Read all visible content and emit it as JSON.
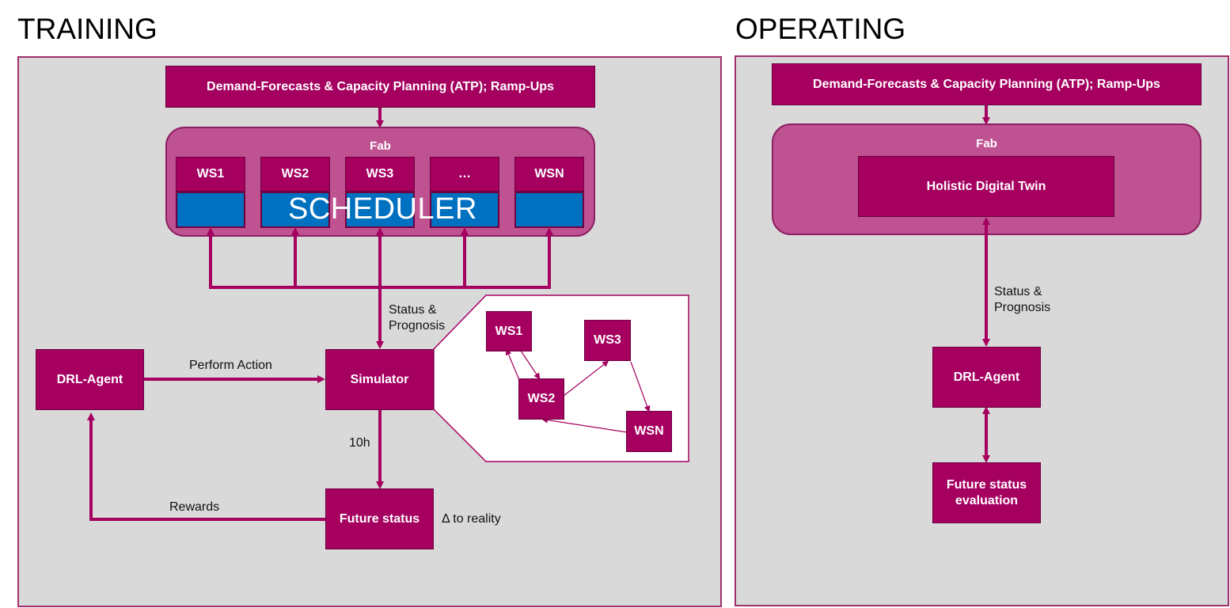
{
  "training": {
    "title": "TRAINING",
    "demand": "Demand-Forecasts & Capacity Planning (ATP); Ramp-Ups",
    "fab": "Fab",
    "workstations": [
      "WS1",
      "WS2",
      "WS3",
      "…",
      "WSN"
    ],
    "scheduler": "SCHEDULER",
    "status_prognosis": "Status &\nPrognosis",
    "drl_agent": "DRL-Agent",
    "perform_action": "Perform Action",
    "simulator": "Simulator",
    "time": "10h",
    "future_status": "Future status",
    "rewards": "Rewards",
    "delta": "Δ to reality",
    "popup_nodes": [
      "WS1",
      "WS2",
      "WS3",
      "WSN"
    ]
  },
  "operating": {
    "title": "OPERATING",
    "demand": "Demand-Forecasts & Capacity Planning (ATP); Ramp-Ups",
    "fab": "Fab",
    "digital_twin": "Holistic Digital Twin",
    "status_prognosis": "Status &\nPrognosis",
    "drl_agent": "DRL-Agent",
    "future_eval": "Future status\nevaluation"
  },
  "colors": {
    "magenta": "#a50060",
    "fab": "#bf5391",
    "blue": "#0070c0",
    "panel": "#d9d9d9"
  }
}
